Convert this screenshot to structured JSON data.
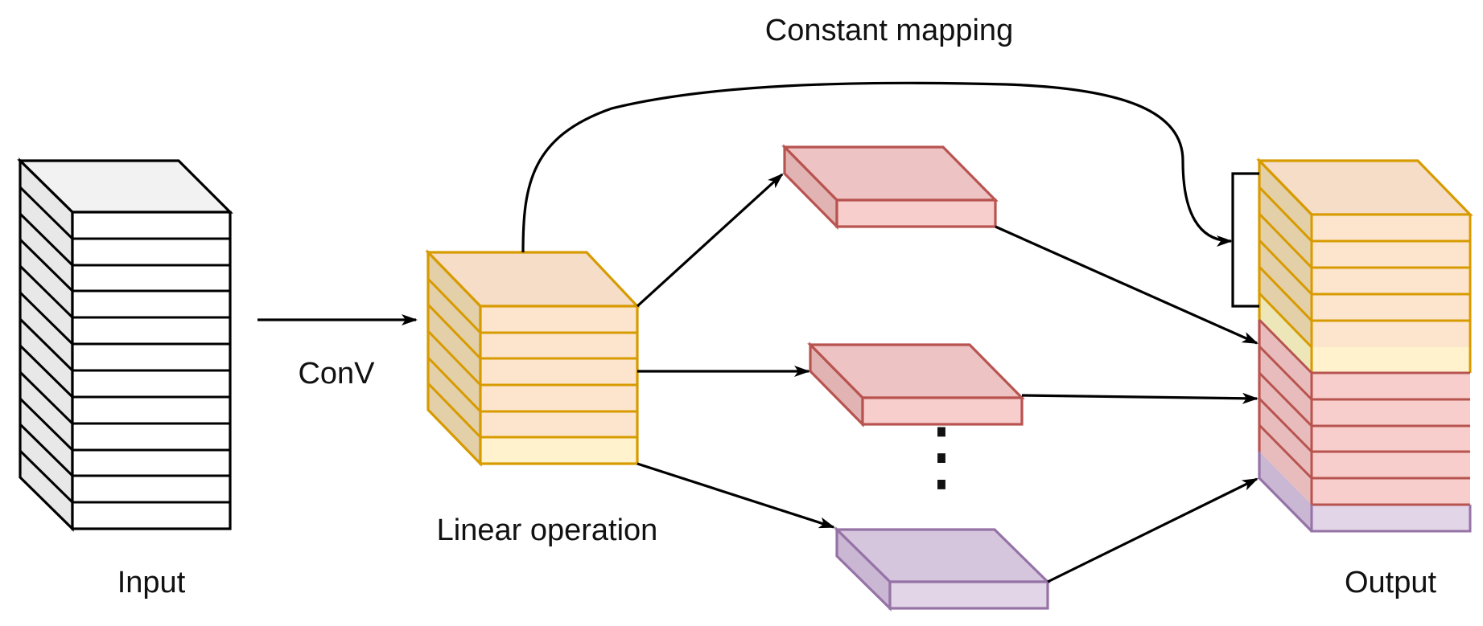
{
  "diagram": {
    "labels": {
      "input": "Input",
      "conv": "ConV",
      "linear_operation": "Linear operation",
      "constant_mapping": "Constant mapping",
      "output": "Output",
      "ellipsis": "⋮"
    },
    "nodes": [
      {
        "id": "input",
        "kind": "feature-map stack",
        "layers": 12,
        "color": "#f2f2f2"
      },
      {
        "id": "intrinsic",
        "kind": "feature-map stack",
        "layers": 6,
        "color": "#f5ddc8",
        "stroke": "#d79b00"
      },
      {
        "id": "ghost-1",
        "kind": "feature-map slab",
        "color": "#f5c6c6",
        "stroke": "#b85450"
      },
      {
        "id": "ghost-2",
        "kind": "feature-map slab",
        "color": "#f5c6c6",
        "stroke": "#b85450"
      },
      {
        "id": "ghost-n",
        "kind": "feature-map slab",
        "color": "#dcc8e4",
        "stroke": "#9673a6"
      },
      {
        "id": "output",
        "kind": "concatenated stack",
        "layers": 12,
        "stroke_top": "#d79b00",
        "stroke_bottom": "#b85450"
      }
    ],
    "edges": [
      {
        "from": "input",
        "to": "intrinsic",
        "label": "ConV"
      },
      {
        "from": "intrinsic",
        "to": "output",
        "label": "Constant mapping"
      },
      {
        "from": "intrinsic",
        "to": "ghost-1"
      },
      {
        "from": "intrinsic",
        "to": "ghost-2"
      },
      {
        "from": "intrinsic",
        "to": "ghost-n"
      },
      {
        "from": "ghost-1",
        "to": "output"
      },
      {
        "from": "ghost-2",
        "to": "output"
      },
      {
        "from": "ghost-n",
        "to": "output"
      }
    ]
  }
}
